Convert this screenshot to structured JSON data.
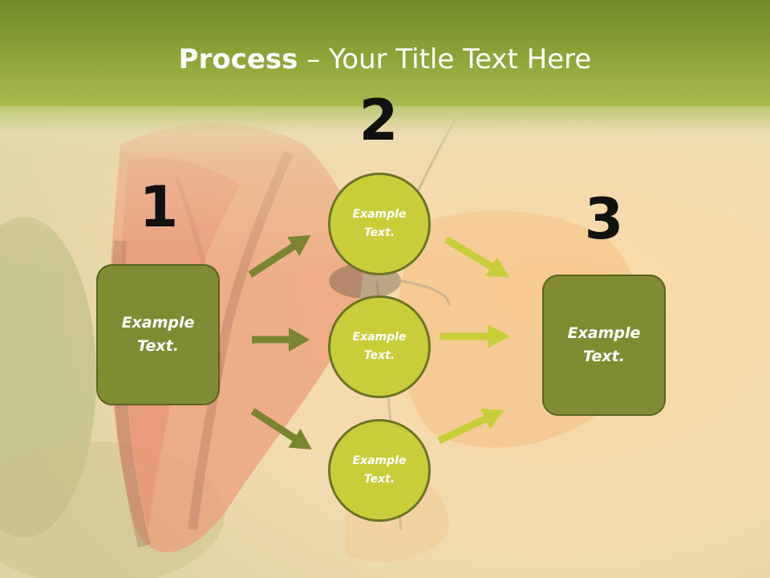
{
  "title": {
    "bold": "Process",
    "separator": " – ",
    "regular": "Your Title Text Here"
  },
  "steps": {
    "one": "1",
    "two": "2",
    "three": "3"
  },
  "boxes": {
    "left": "Example Text.",
    "right": "Example Text."
  },
  "circles": {
    "top": "Example Text.",
    "middle": "Example Text.",
    "bottom": "Example Text."
  },
  "colors": {
    "title_band": "#8fa53a",
    "box_fill": "#808c32",
    "circle_fill": "#c8ce3a",
    "arrow_dark": "#7a8530",
    "arrow_light": "#c8ce3a"
  }
}
